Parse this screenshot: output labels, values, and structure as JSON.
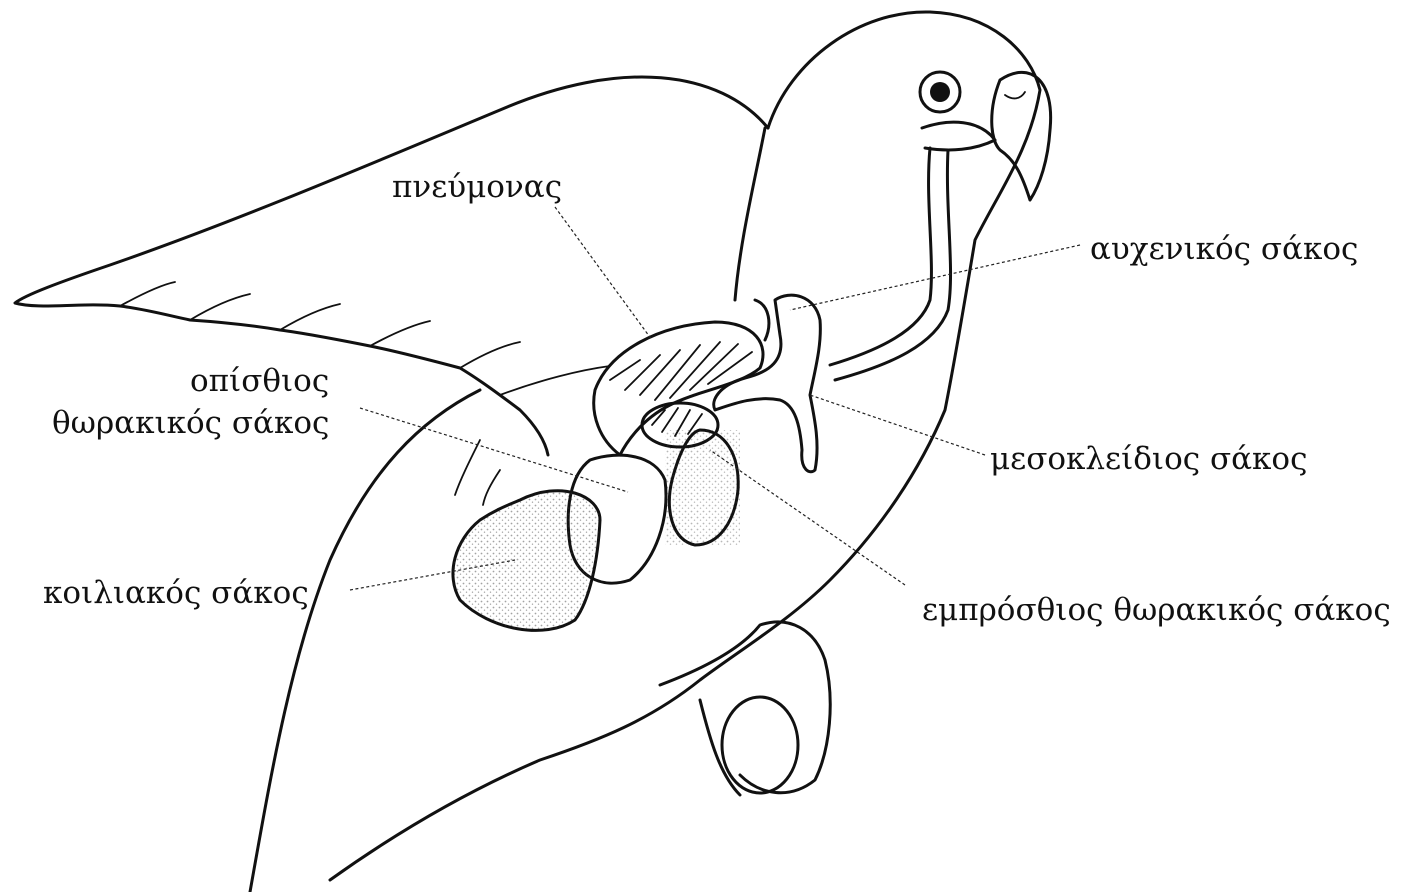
{
  "labels": {
    "lung": "πνεύμονας",
    "cervical_sac": "αυχενικός σάκος",
    "posterior_thoracic_line1": "οπίσθιος",
    "posterior_thoracic_line2": "θωρακικός σάκος",
    "clavicular_sac": "μεσοκλείδιος σάκος",
    "abdominal_sac": "κοιλιακός σάκος",
    "anterior_thoracic_sac": "εμπρόσθιος θωρακικός σάκος"
  },
  "colors": {
    "ink": "#111111",
    "background": "#ffffff",
    "stipple": "#333333"
  },
  "icons": [
    "parrot-illustration"
  ]
}
